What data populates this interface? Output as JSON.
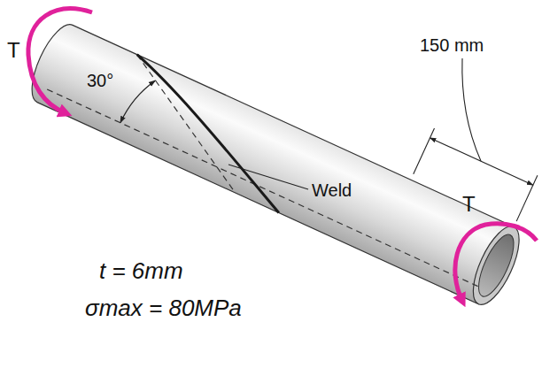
{
  "diagram": {
    "labels": [
      "T",
      "30°",
      "Weld",
      "150 mm",
      "T",
      "t = 6mm",
      "σmax = 80MPa"
    ]
  }
}
